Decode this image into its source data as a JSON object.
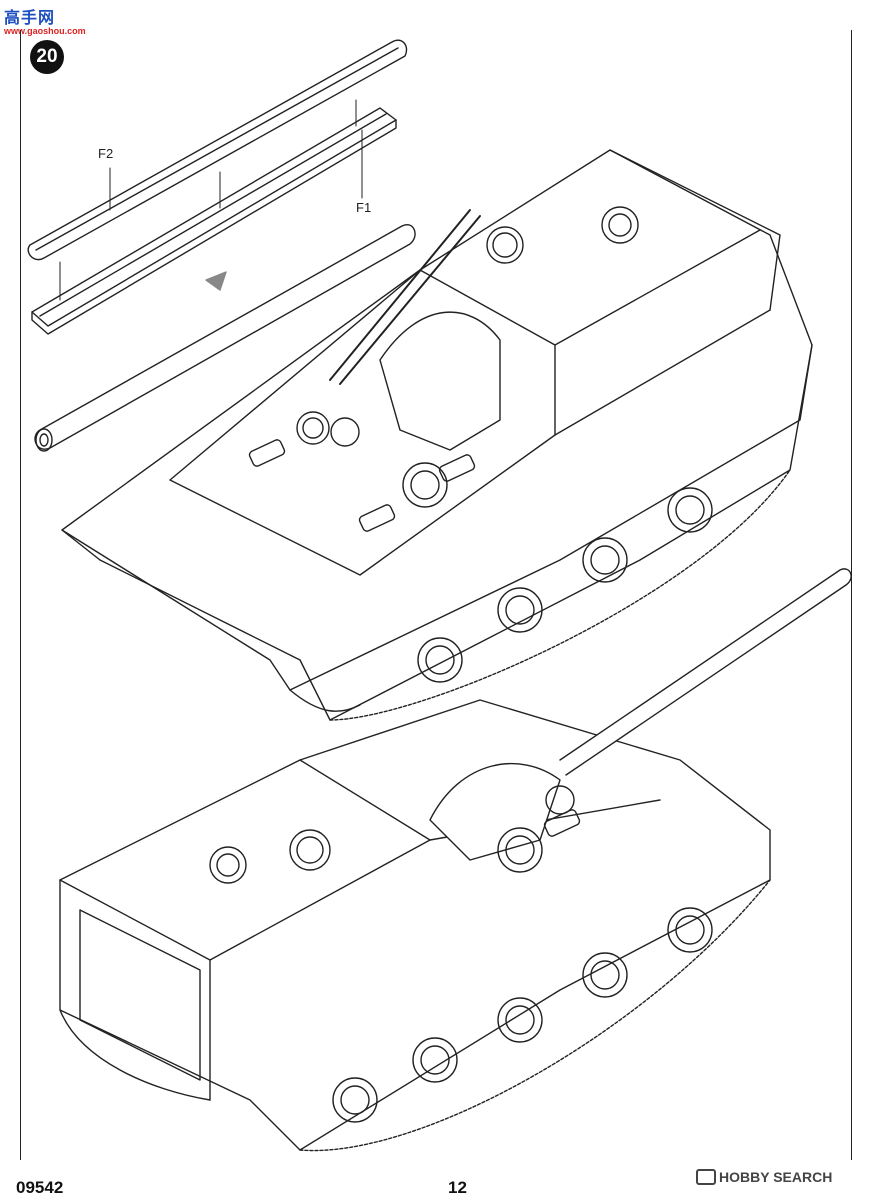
{
  "watermark": {
    "chinese_text": "高手网",
    "site": "www.gaoshou.com"
  },
  "step": {
    "number": "20"
  },
  "parts": {
    "f2": "F2",
    "f1": "F1"
  },
  "footer": {
    "kit_number": "09542",
    "page_number": "12",
    "brand": "HOBBY SEARCH"
  },
  "icons": {
    "arrow": "assembly-arrow-icon"
  },
  "colors": {
    "line": "#222222",
    "badge": "#111111"
  }
}
